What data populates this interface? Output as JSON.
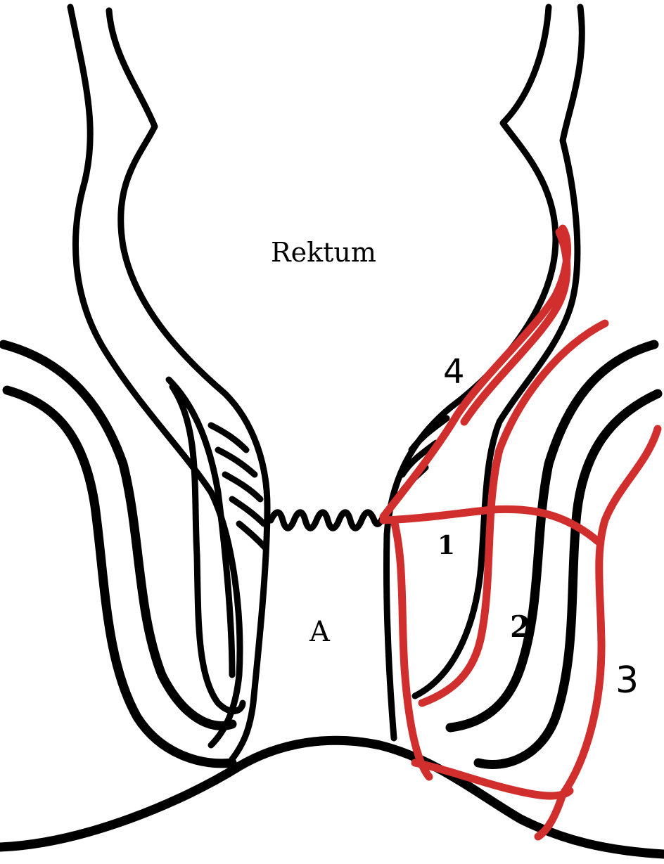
{
  "diagram": {
    "labels": {
      "rectum": "Rektum",
      "anal_canal": "A",
      "path_1": "1",
      "path_2": "2",
      "path_3": "3",
      "path_4": "4"
    },
    "colors": {
      "outline": "#000000",
      "fistula_paths": "#d12e2e",
      "background": "#ffffff"
    }
  }
}
